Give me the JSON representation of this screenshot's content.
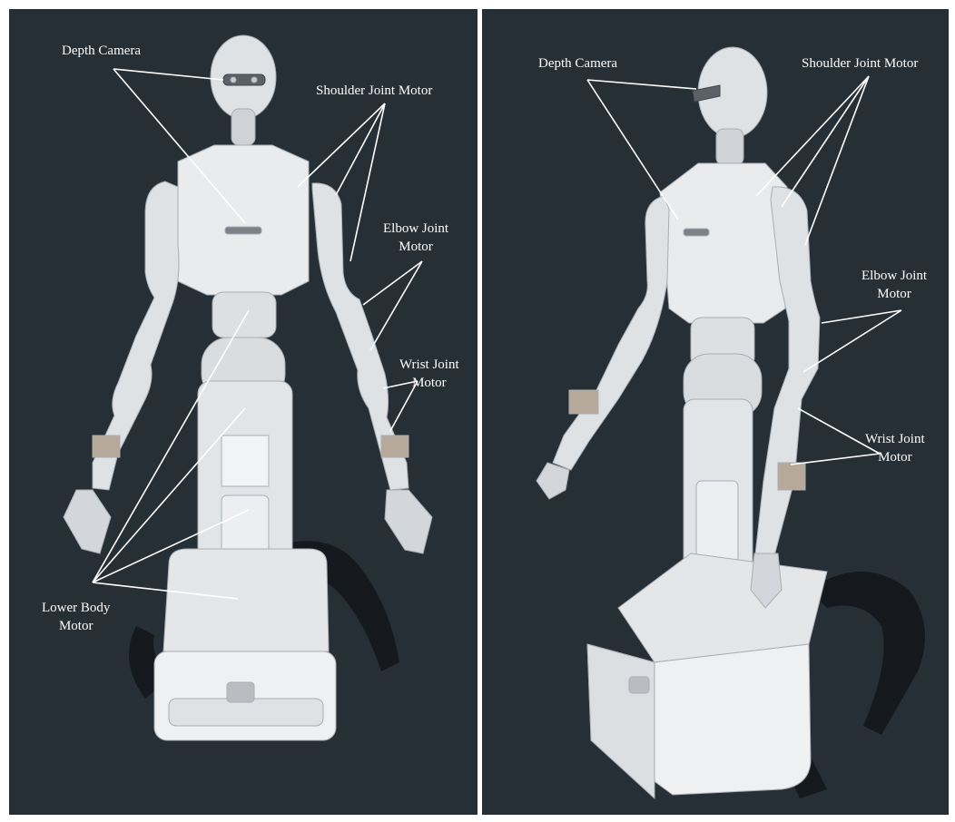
{
  "figure": {
    "background_color": "#262e36",
    "robot_color": "#e9ebed",
    "shadow_color": "#14181c",
    "callout_color": "#ffffff"
  },
  "front_view": {
    "labels": {
      "depth_camera": "Depth Camera",
      "shoulder_joint_motor": "Shoulder Joint Motor",
      "elbow_joint_motor": [
        "Elbow Joint",
        "Motor"
      ],
      "wrist_joint_motor": [
        "Wrist Joint",
        "Motor"
      ],
      "lower_body_motor": [
        "Lower Body",
        "Motor"
      ]
    }
  },
  "iso_view": {
    "labels": {
      "depth_camera": "Depth Camera",
      "shoulder_joint_motor": "Shoulder Joint Motor",
      "elbow_joint_motor": [
        "Elbow Joint",
        "Motor"
      ],
      "wrist_joint_motor": [
        "Wrist Joint",
        "Motor"
      ]
    }
  }
}
